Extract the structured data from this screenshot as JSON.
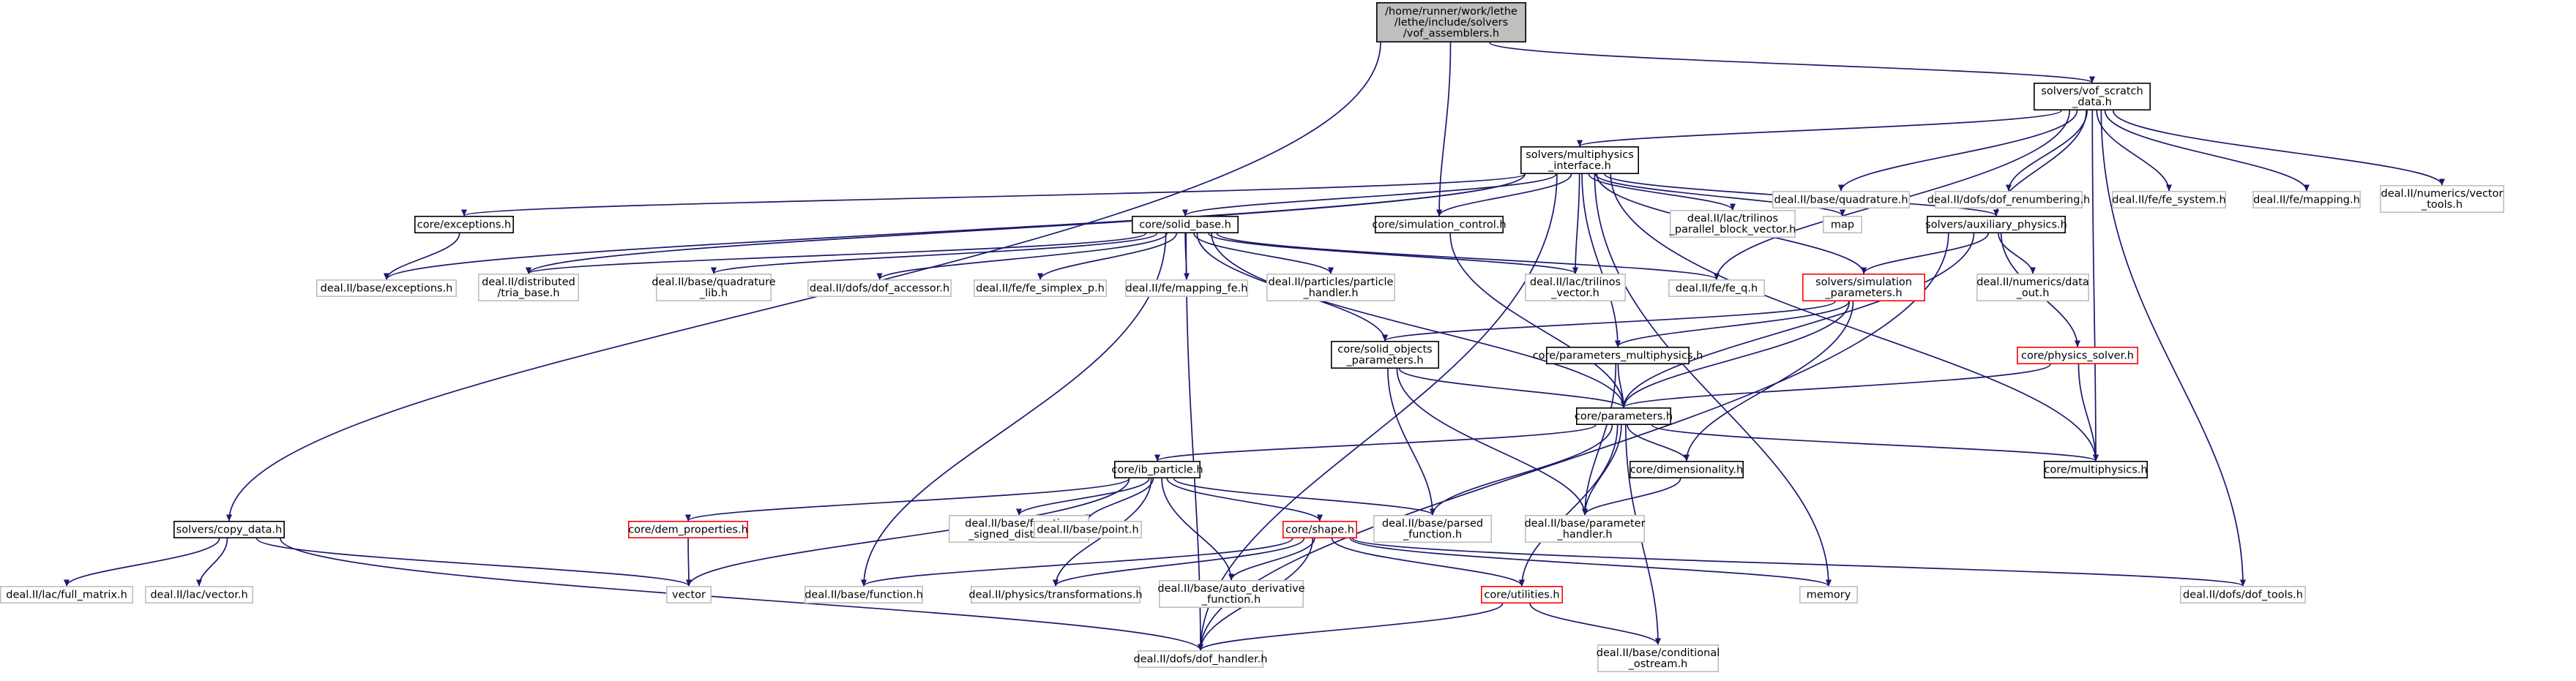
{
  "graph": {
    "colors": {
      "edge": "#191970",
      "root_fill": "#bfbfbf",
      "documented_border": "#000000",
      "truncated_border": "#ff0000",
      "external_border": "#bfbfbf",
      "text": "#000000"
    },
    "nodes": [
      {
        "id": "root",
        "kind": "root",
        "lines": [
          "/home/runner/work/lethe",
          "/lethe/include/solvers",
          "/vof_assemblers.h"
        ]
      },
      {
        "id": "vof_scratch",
        "kind": "doc",
        "lines": [
          "solvers/vof_scratch",
          "_data.h"
        ]
      },
      {
        "id": "mp_interface",
        "kind": "doc",
        "lines": [
          "solvers/multiphysics",
          "_interface.h"
        ]
      },
      {
        "id": "copy_data",
        "kind": "doc",
        "lines": [
          "solvers/copy_data.h"
        ]
      },
      {
        "id": "quadrature",
        "kind": "ext",
        "lines": [
          "deal.II/base/quadrature.h"
        ]
      },
      {
        "id": "dof_renum",
        "kind": "ext",
        "lines": [
          "deal.II/dofs/dof_renumbering.h"
        ]
      },
      {
        "id": "fe_system",
        "kind": "ext",
        "lines": [
          "deal.II/fe/fe_system.h"
        ]
      },
      {
        "id": "mapping",
        "kind": "ext",
        "lines": [
          "deal.II/fe/mapping.h"
        ]
      },
      {
        "id": "vector_tools",
        "kind": "ext",
        "lines": [
          "deal.II/numerics/vector",
          "_tools.h"
        ]
      },
      {
        "id": "exceptions",
        "kind": "doc",
        "lines": [
          "core/exceptions.h"
        ]
      },
      {
        "id": "solid_base",
        "kind": "doc",
        "lines": [
          "core/solid_base.h"
        ]
      },
      {
        "id": "sim_control",
        "kind": "doc",
        "lines": [
          "core/simulation_control.h"
        ]
      },
      {
        "id": "parallel_block",
        "kind": "ext",
        "lines": [
          "deal.II/lac/trilinos",
          "_parallel_block_vector.h"
        ]
      },
      {
        "id": "map",
        "kind": "ext",
        "lines": [
          "map"
        ]
      },
      {
        "id": "aux_physics",
        "kind": "doc",
        "lines": [
          "solvers/auxiliary_physics.h"
        ]
      },
      {
        "id": "base_exceptions",
        "kind": "ext",
        "lines": [
          "deal.II/base/exceptions.h"
        ]
      },
      {
        "id": "tria_base",
        "kind": "ext",
        "lines": [
          "deal.II/distributed",
          "/tria_base.h"
        ]
      },
      {
        "id": "quad_lib",
        "kind": "ext",
        "lines": [
          "deal.II/base/quadrature",
          "_lib.h"
        ]
      },
      {
        "id": "dof_accessor",
        "kind": "ext",
        "lines": [
          "deal.II/dofs/dof_accessor.h"
        ]
      },
      {
        "id": "fe_simplex",
        "kind": "ext",
        "lines": [
          "deal.II/fe/fe_simplex_p.h"
        ]
      },
      {
        "id": "mapping_fe",
        "kind": "ext",
        "lines": [
          "deal.II/fe/mapping_fe.h"
        ]
      },
      {
        "id": "particle_handler",
        "kind": "ext",
        "lines": [
          "deal.II/particles/particle",
          "_handler.h"
        ]
      },
      {
        "id": "trilinos_vector",
        "kind": "ext",
        "lines": [
          "deal.II/lac/trilinos",
          "_vector.h"
        ]
      },
      {
        "id": "fe_q",
        "kind": "ext",
        "lines": [
          "deal.II/fe/fe_q.h"
        ]
      },
      {
        "id": "sim_params",
        "kind": "trunc",
        "lines": [
          "solvers/simulation",
          "_parameters.h"
        ]
      },
      {
        "id": "data_out",
        "kind": "ext",
        "lines": [
          "deal.II/numerics/data",
          "_out.h"
        ]
      },
      {
        "id": "solid_objects",
        "kind": "doc",
        "lines": [
          "core/solid_objects",
          "_parameters.h"
        ]
      },
      {
        "id": "params_mp",
        "kind": "doc",
        "lines": [
          "core/parameters_multiphysics.h"
        ]
      },
      {
        "id": "physics_solver",
        "kind": "trunc",
        "lines": [
          "core/physics_solver.h"
        ]
      },
      {
        "id": "parameters",
        "kind": "doc",
        "lines": [
          "core/parameters.h"
        ]
      },
      {
        "id": "ib_particle",
        "kind": "doc",
        "lines": [
          "core/ib_particle.h"
        ]
      },
      {
        "id": "dimensionality",
        "kind": "doc",
        "lines": [
          "core/dimensionality.h"
        ]
      },
      {
        "id": "multiphysics",
        "kind": "doc",
        "lines": [
          "core/multiphysics.h"
        ]
      },
      {
        "id": "dem_props",
        "kind": "trunc",
        "lines": [
          "core/dem_properties.h"
        ]
      },
      {
        "id": "func_signed",
        "kind": "ext",
        "lines": [
          "deal.II/base/function",
          "_signed_distance.h"
        ]
      },
      {
        "id": "point",
        "kind": "ext",
        "lines": [
          "deal.II/base/point.h"
        ]
      },
      {
        "id": "shape",
        "kind": "trunc",
        "lines": [
          "core/shape.h"
        ]
      },
      {
        "id": "parsed_func",
        "kind": "ext",
        "lines": [
          "deal.II/base/parsed",
          "_function.h"
        ]
      },
      {
        "id": "param_handler",
        "kind": "ext",
        "lines": [
          "deal.II/base/parameter",
          "_handler.h"
        ]
      },
      {
        "id": "full_matrix",
        "kind": "ext",
        "lines": [
          "deal.II/lac/full_matrix.h"
        ]
      },
      {
        "id": "lac_vector",
        "kind": "ext",
        "lines": [
          "deal.II/lac/vector.h"
        ]
      },
      {
        "id": "vector",
        "kind": "ext",
        "lines": [
          "vector"
        ]
      },
      {
        "id": "base_function",
        "kind": "ext",
        "lines": [
          "deal.II/base/function.h"
        ]
      },
      {
        "id": "transformations",
        "kind": "ext",
        "lines": [
          "deal.II/physics/transformations.h"
        ]
      },
      {
        "id": "auto_deriv",
        "kind": "ext",
        "lines": [
          "deal.II/base/auto_derivative",
          "_function.h"
        ]
      },
      {
        "id": "utilities",
        "kind": "trunc",
        "lines": [
          "core/utilities.h"
        ]
      },
      {
        "id": "memory",
        "kind": "ext",
        "lines": [
          "memory"
        ]
      },
      {
        "id": "dof_tools",
        "kind": "ext",
        "lines": [
          "deal.II/dofs/dof_tools.h"
        ]
      },
      {
        "id": "dof_handler",
        "kind": "ext",
        "lines": [
          "deal.II/dofs/dof_handler.h"
        ]
      },
      {
        "id": "cond_ostream",
        "kind": "ext",
        "lines": [
          "deal.II/base/conditional",
          "_ostream.h"
        ]
      }
    ],
    "edges": [
      [
        "root",
        "vof_scratch"
      ],
      [
        "root",
        "sim_control"
      ],
      [
        "root",
        "copy_data"
      ],
      [
        "vof_scratch",
        "mp_interface"
      ],
      [
        "vof_scratch",
        "quadrature"
      ],
      [
        "vof_scratch",
        "dof_renum"
      ],
      [
        "vof_scratch",
        "fe_system"
      ],
      [
        "vof_scratch",
        "mapping"
      ],
      [
        "vof_scratch",
        "vector_tools"
      ],
      [
        "vof_scratch",
        "fe_q"
      ],
      [
        "vof_scratch",
        "aux_physics"
      ],
      [
        "vof_scratch",
        "multiphysics"
      ],
      [
        "vof_scratch",
        "dof_tools"
      ],
      [
        "mp_interface",
        "exceptions"
      ],
      [
        "mp_interface",
        "solid_base"
      ],
      [
        "mp_interface",
        "sim_control"
      ],
      [
        "mp_interface",
        "parallel_block"
      ],
      [
        "mp_interface",
        "map"
      ],
      [
        "mp_interface",
        "aux_physics"
      ],
      [
        "mp_interface",
        "base_exceptions"
      ],
      [
        "mp_interface",
        "tria_base"
      ],
      [
        "mp_interface",
        "trilinos_vector"
      ],
      [
        "mp_interface",
        "sim_params"
      ],
      [
        "mp_interface",
        "params_mp"
      ],
      [
        "mp_interface",
        "multiphysics"
      ],
      [
        "mp_interface",
        "memory"
      ],
      [
        "mp_interface",
        "dof_handler"
      ],
      [
        "exceptions",
        "base_exceptions"
      ],
      [
        "solid_base",
        "tria_base"
      ],
      [
        "solid_base",
        "quad_lib"
      ],
      [
        "solid_base",
        "dof_accessor"
      ],
      [
        "solid_base",
        "fe_simplex"
      ],
      [
        "solid_base",
        "mapping_fe"
      ],
      [
        "solid_base",
        "particle_handler"
      ],
      [
        "solid_base",
        "trilinos_vector"
      ],
      [
        "solid_base",
        "fe_q"
      ],
      [
        "solid_base",
        "solid_objects"
      ],
      [
        "solid_base",
        "parameters"
      ],
      [
        "solid_base",
        "base_function"
      ],
      [
        "solid_base",
        "dof_handler"
      ],
      [
        "sim_control",
        "parameters"
      ],
      [
        "aux_physics",
        "sim_params"
      ],
      [
        "aux_physics",
        "data_out"
      ],
      [
        "aux_physics",
        "physics_solver"
      ],
      [
        "aux_physics",
        "parameters"
      ],
      [
        "aux_physics",
        "dof_handler"
      ],
      [
        "sim_params",
        "solid_objects"
      ],
      [
        "sim_params",
        "params_mp"
      ],
      [
        "sim_params",
        "parameters"
      ],
      [
        "sim_params",
        "dimensionality"
      ],
      [
        "solid_objects",
        "parameters"
      ],
      [
        "solid_objects",
        "parsed_func"
      ],
      [
        "solid_objects",
        "param_handler"
      ],
      [
        "params_mp",
        "parameters"
      ],
      [
        "params_mp",
        "param_handler"
      ],
      [
        "physics_solver",
        "parameters"
      ],
      [
        "physics_solver",
        "multiphysics"
      ],
      [
        "parameters",
        "ib_particle"
      ],
      [
        "parameters",
        "dimensionality"
      ],
      [
        "parameters",
        "multiphysics"
      ],
      [
        "parameters",
        "parsed_func"
      ],
      [
        "parameters",
        "param_handler"
      ],
      [
        "parameters",
        "utilities"
      ],
      [
        "parameters",
        "cond_ostream"
      ],
      [
        "ib_particle",
        "dem_props"
      ],
      [
        "ib_particle",
        "func_signed"
      ],
      [
        "ib_particle",
        "point"
      ],
      [
        "ib_particle",
        "shape"
      ],
      [
        "ib_particle",
        "parsed_func"
      ],
      [
        "ib_particle",
        "vector"
      ],
      [
        "ib_particle",
        "transformations"
      ],
      [
        "ib_particle",
        "auto_deriv"
      ],
      [
        "dimensionality",
        "param_handler"
      ],
      [
        "dem_props",
        "vector"
      ],
      [
        "shape",
        "base_function"
      ],
      [
        "shape",
        "transformations"
      ],
      [
        "shape",
        "auto_deriv"
      ],
      [
        "shape",
        "utilities"
      ],
      [
        "shape",
        "memory"
      ],
      [
        "shape",
        "dof_tools"
      ],
      [
        "shape",
        "dof_handler"
      ],
      [
        "utilities",
        "dof_handler"
      ],
      [
        "utilities",
        "cond_ostream"
      ],
      [
        "copy_data",
        "full_matrix"
      ],
      [
        "copy_data",
        "lac_vector"
      ],
      [
        "copy_data",
        "vector"
      ],
      [
        "copy_data",
        "dof_handler"
      ]
    ]
  }
}
